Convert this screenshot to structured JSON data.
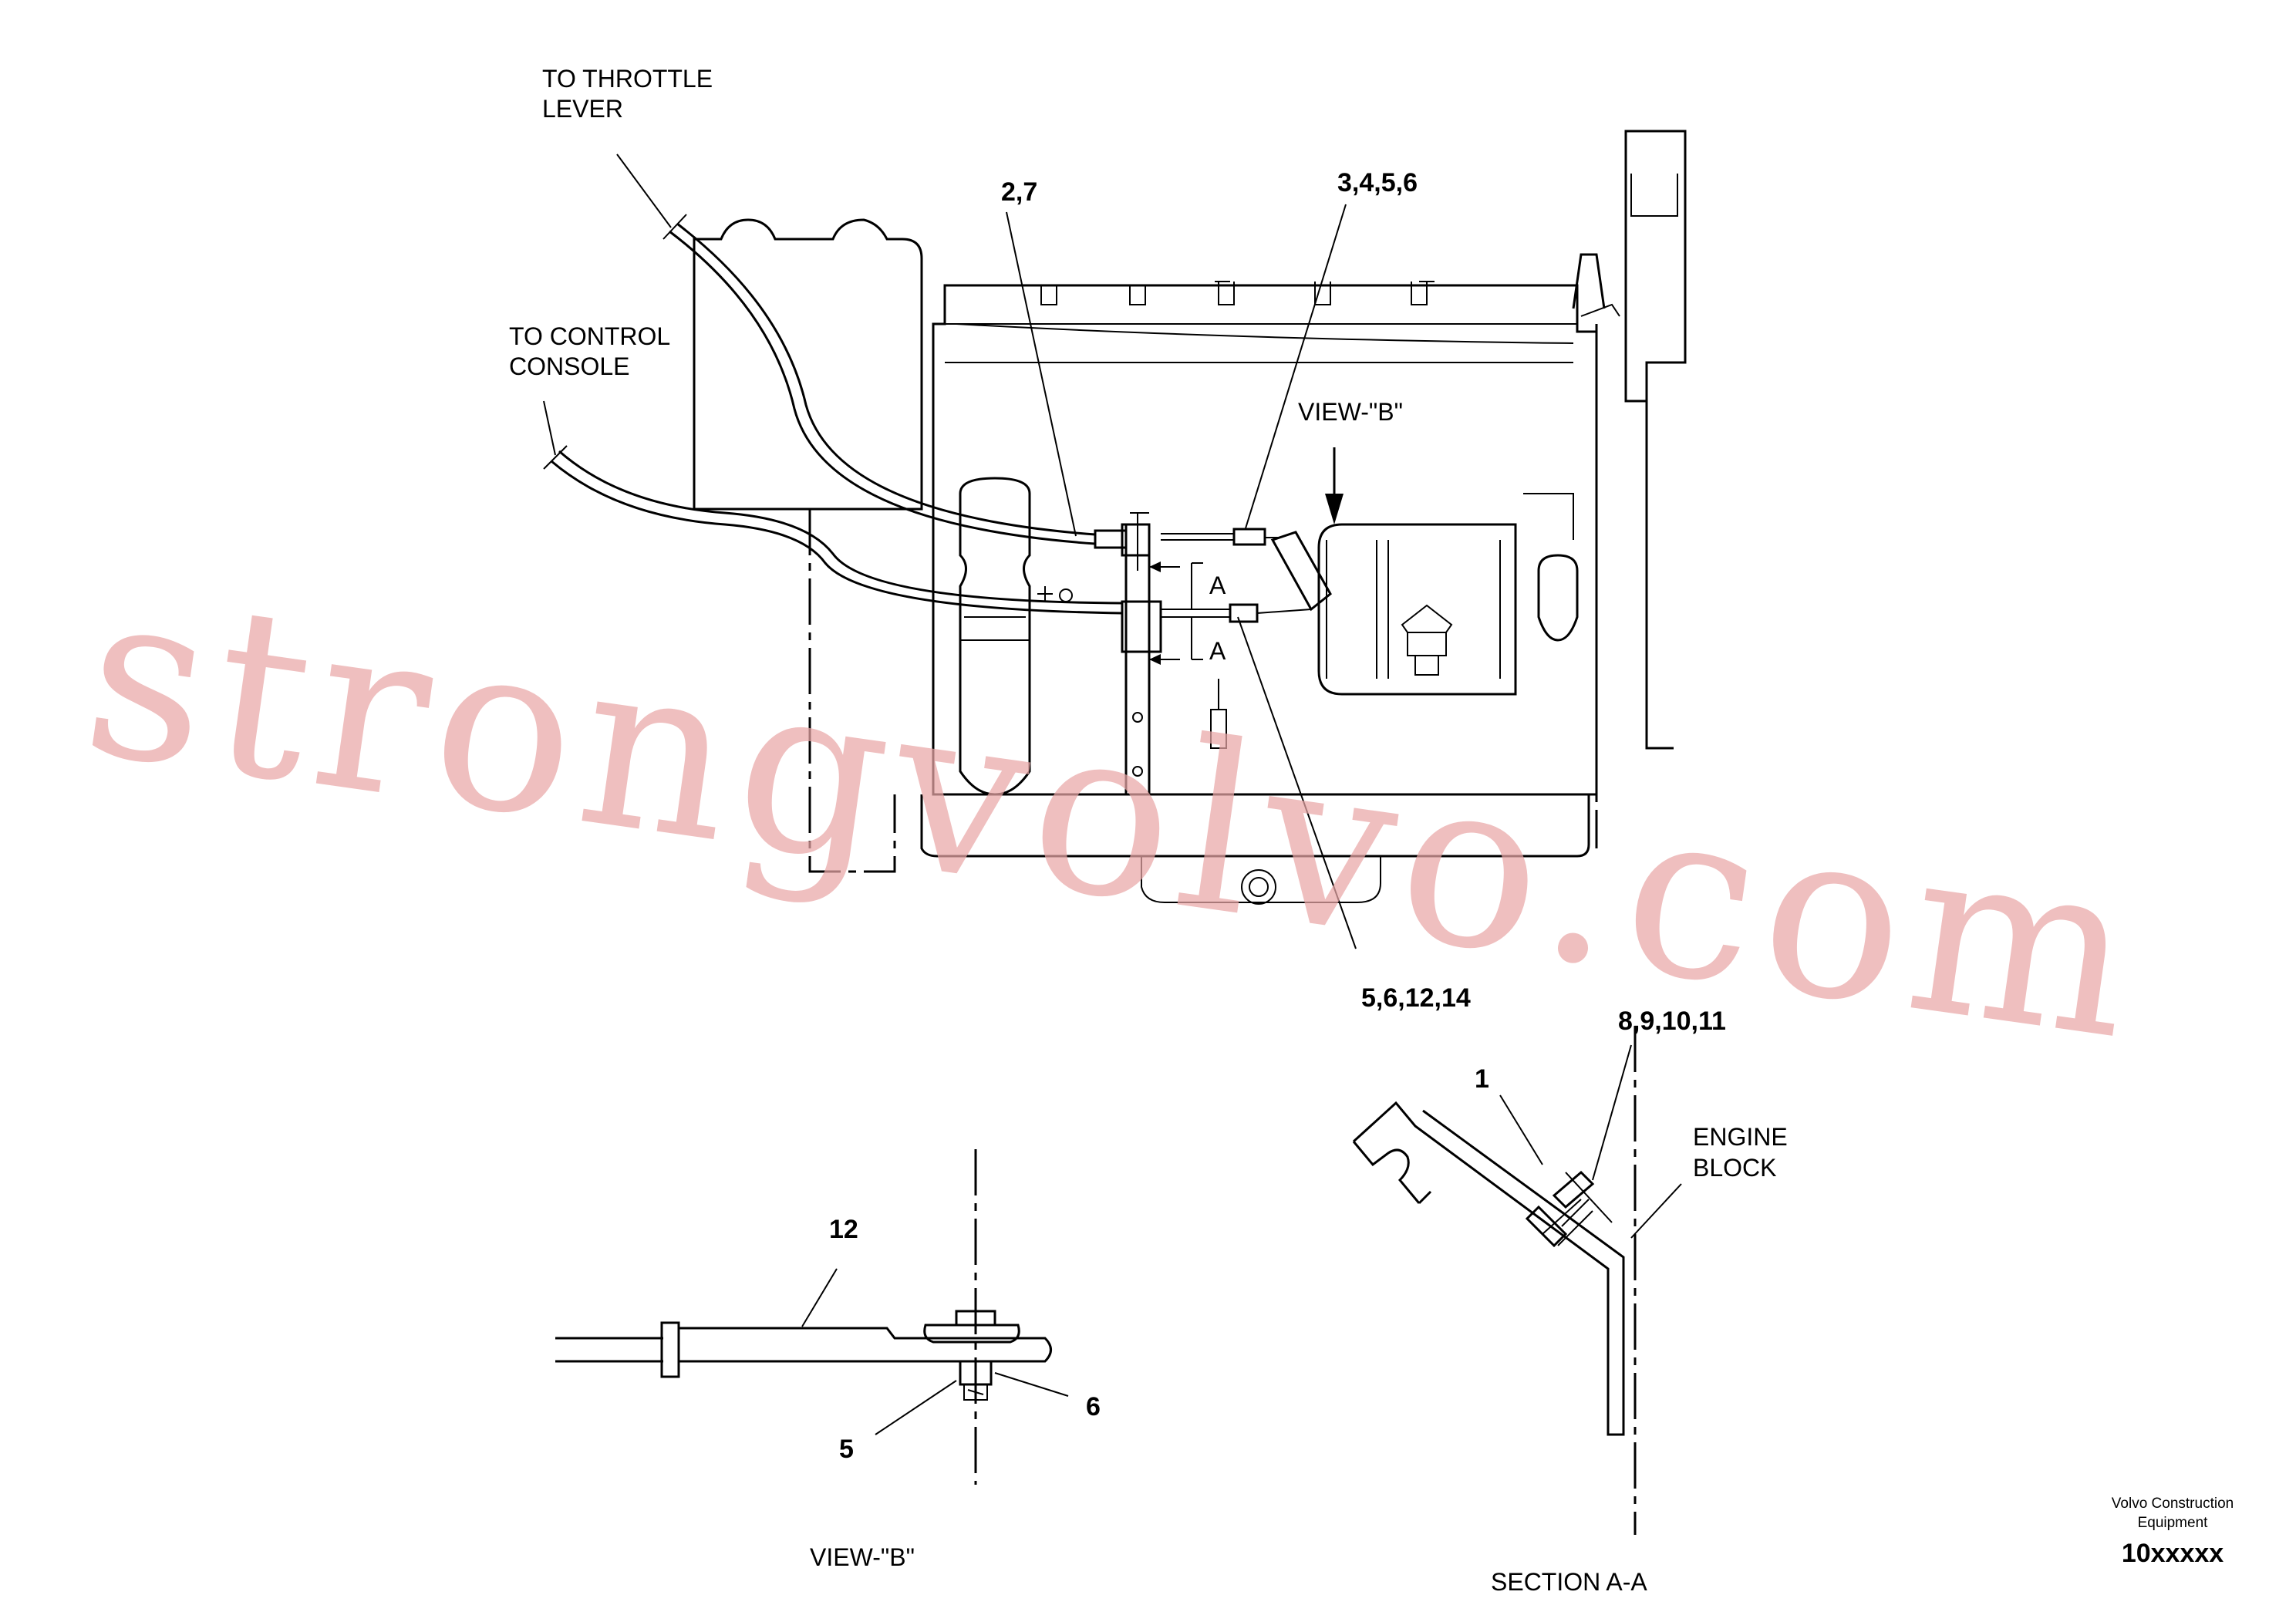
{
  "labels": {
    "to_throttle_1": "TO THROTTLE",
    "to_throttle_2": "LEVER",
    "to_control_1": "TO CONTROL",
    "to_control_2": "CONSOLE",
    "view_b_top": "VIEW-\"B\"",
    "section_a_1": "A",
    "section_a_2": "A",
    "engine_1": "ENGINE",
    "engine_2": "BLOCK",
    "view_b_caption": "VIEW-\"B\"",
    "section_caption": "SECTION A-A"
  },
  "callouts": {
    "c_2_7": "2,7",
    "c_3_4_5_6": "3,4,5,6",
    "c_5_6_12_14": "5,6,12,14",
    "c_8_9_10_11": "8,9,10,11",
    "c_1": "1",
    "c_12": "12",
    "c_5": "5",
    "c_6": "6"
  },
  "footer": {
    "brand_1": "Volvo Construction",
    "brand_2": "Equipment",
    "code": "10xxxxx"
  },
  "watermark": "strongvolvo.com"
}
